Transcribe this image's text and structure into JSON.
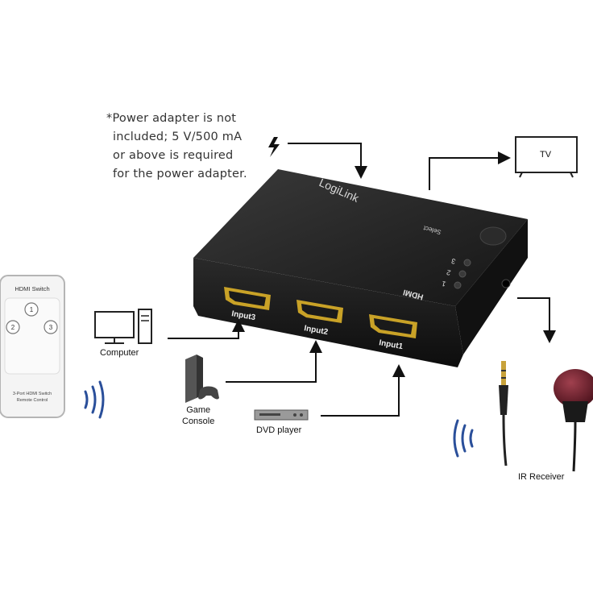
{
  "note": {
    "lines": [
      "*Power adapter is not",
      "included; 5 V/500 mA",
      "or above is required",
      "for the power adapter."
    ]
  },
  "device": {
    "brand": "LogiLink",
    "select_label": "Select",
    "hdmi_label": "HDMI",
    "led_labels": [
      "3",
      "2",
      "1"
    ],
    "ports": [
      "Input3",
      "Input2",
      "Input1"
    ]
  },
  "sources": {
    "computer": "Computer",
    "game_console": "Game\nConsole",
    "dvd_player": "DVD player"
  },
  "outputs": {
    "tv": "TV",
    "ir_receiver": "IR Receiver"
  },
  "remote": {
    "title": "HDMI Switch",
    "buttons": [
      "1",
      "2",
      "3"
    ],
    "footer": "3-Port HDMI Switch\nRemote Control"
  },
  "colors": {
    "arrow": "#111111",
    "device_body": "#1b1b1b",
    "hdmi_gold": "#c9a227",
    "wireless": "#2a4f9a",
    "ir_dome": "#6e1f2c"
  },
  "icons": [
    "power-bolt-icon",
    "computer-icon",
    "game-console-icon",
    "dvd-player-icon",
    "tv-icon",
    "wireless-signal-icon",
    "audio-jack-icon",
    "ir-receiver-icon",
    "remote-control-icon"
  ]
}
